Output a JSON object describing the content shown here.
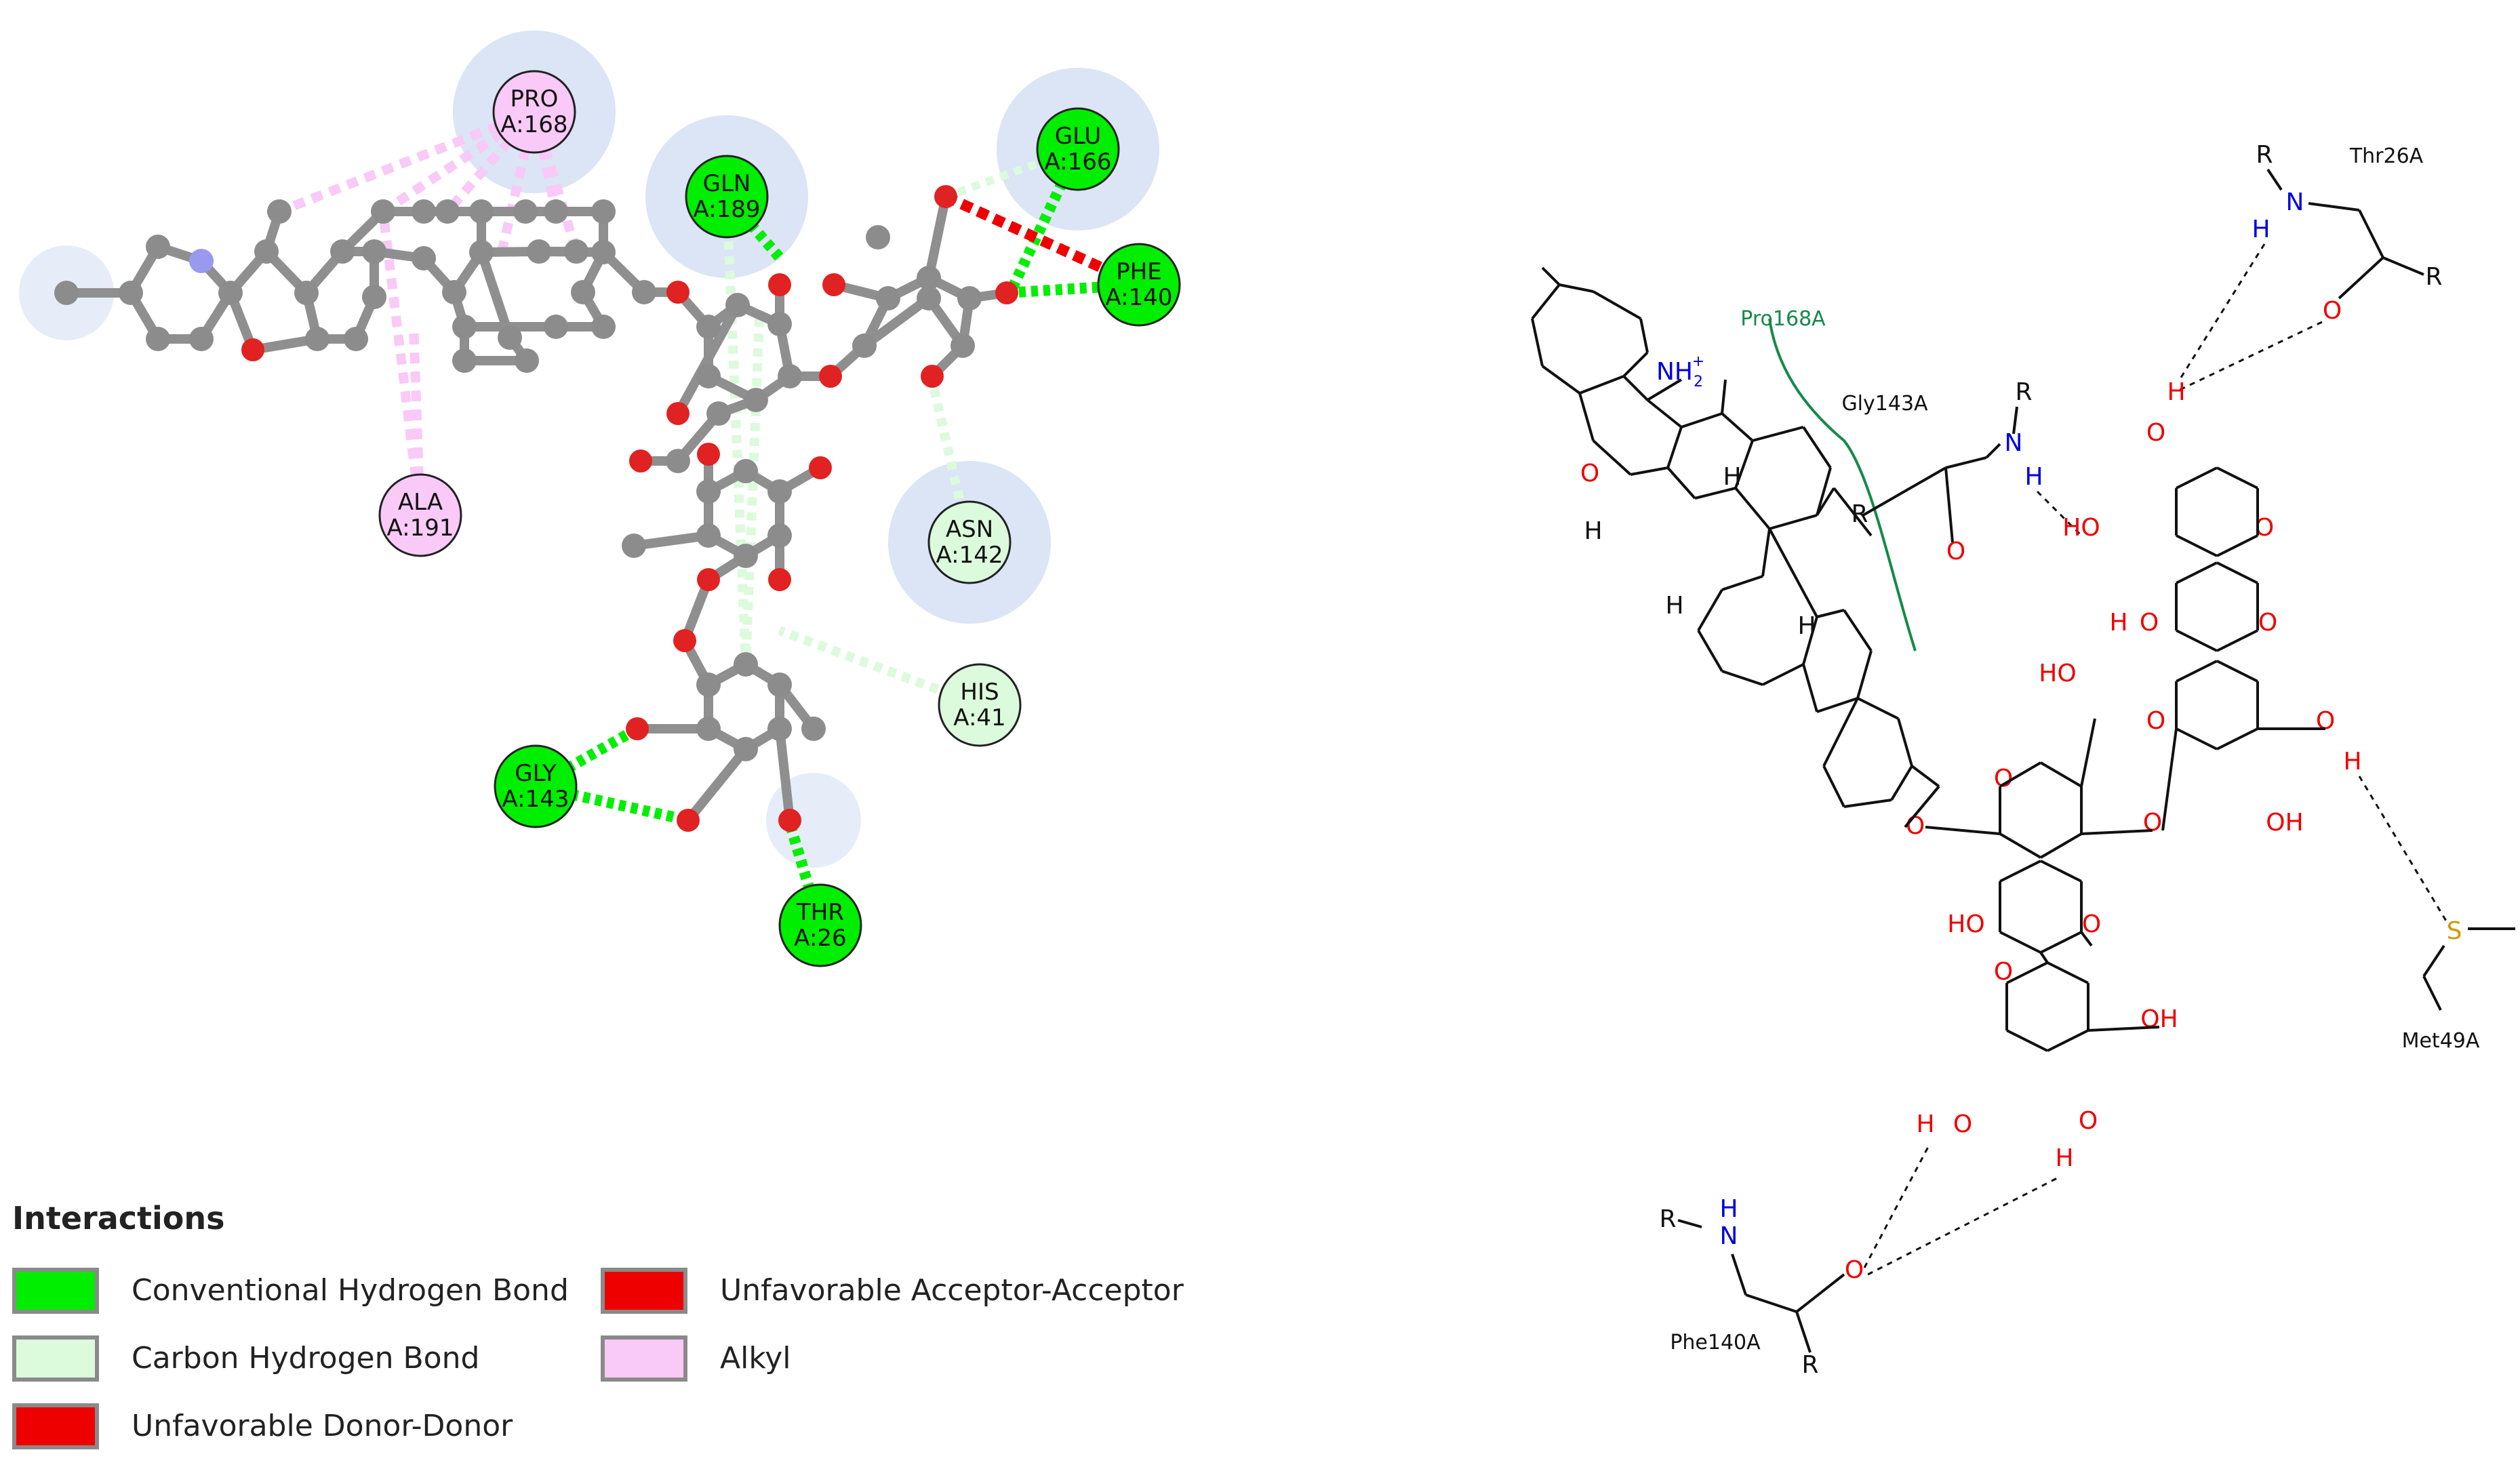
{
  "colors": {
    "conventional_hbond": "#00ee00",
    "carbon_hbond": "#dcfadc",
    "unfavorable_acceptor": "#ee0000",
    "unfavorable_donor": "#ee0000",
    "alkyl": "#f9c9f7",
    "halo": "#dbe5f5",
    "atom_carbon": "#8c8c8c",
    "atom_oxygen": "#e02222",
    "atom_nitrogen": "#9999ee",
    "text_black": "#111111",
    "text_red": "#ee0000",
    "text_blue": "#0000dd",
    "text_green": "#148a4a",
    "text_sulfur": "#d09a00"
  },
  "residues": [
    {
      "id": "pro168",
      "line1": "PRO",
      "line2": "A:168",
      "type": "alkyl"
    },
    {
      "id": "gln189",
      "line1": "GLN",
      "line2": "A:189",
      "type": "conventional"
    },
    {
      "id": "glu166",
      "line1": "GLU",
      "line2": "A:166",
      "type": "conventional"
    },
    {
      "id": "phe140",
      "line1": "PHE",
      "line2": "A:140",
      "type": "conventional"
    },
    {
      "id": "ala191",
      "line1": "ALA",
      "line2": "A:191",
      "type": "alkyl"
    },
    {
      "id": "asn142",
      "line1": "ASN",
      "line2": "A:142",
      "type": "carbon"
    },
    {
      "id": "his41",
      "line1": "HIS",
      "line2": "A:41",
      "type": "carbon"
    },
    {
      "id": "gly143",
      "line1": "GLY",
      "line2": "A:143",
      "type": "conventional"
    },
    {
      "id": "thr26",
      "line1": "THR",
      "line2": "A:26",
      "type": "conventional"
    }
  ],
  "legend": {
    "title": "Interactions",
    "items": [
      {
        "label": "Conventional Hydrogen Bond",
        "color": "#00ee00"
      },
      {
        "label": "Carbon Hydrogen Bond",
        "color": "#dcfadc"
      },
      {
        "label": "Unfavorable Donor-Donor",
        "color": "#ee0000"
      },
      {
        "label": "Unfavorable Acceptor-Acceptor",
        "color": "#ee0000"
      },
      {
        "label": "Alkyl",
        "color": "#f9c9f7"
      }
    ]
  },
  "structure2d": {
    "residue_labels": {
      "thr26": "Thr26A",
      "pro168": "Pro168A",
      "gly143": "Gly143A",
      "met49": "Met49A",
      "phe140": "Phe140A"
    },
    "atom_labels": {
      "R": "R",
      "N": "N",
      "H": "H",
      "O": "O",
      "OH": "OH",
      "HO": "HO",
      "S": "S",
      "NH2plus": "NH",
      "sub2": "2",
      "supplus": "+"
    }
  }
}
